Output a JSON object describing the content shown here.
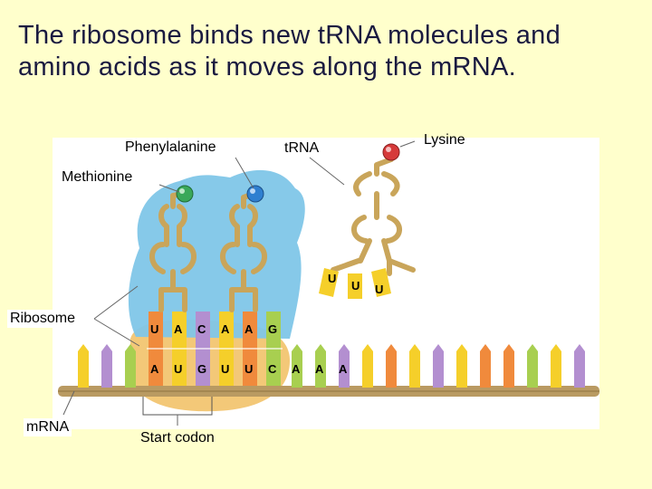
{
  "title": "The ribosome binds new tRNA molecules and amino acids as it moves along the mRNA.",
  "labels": {
    "phenylalanine": "Phenylalanine",
    "methionine": "Methionine",
    "trna": "tRNA",
    "lysine": "Lysine",
    "ribosome": "Ribosome",
    "mrna": "mRNA",
    "start_codon": "Start codon"
  },
  "anticodons": {
    "methionine_trna": [
      "U",
      "A",
      "C"
    ],
    "phenylalanine_trna": [
      "A",
      "A",
      "G"
    ],
    "lysine_trna": [
      "U",
      "U",
      "U"
    ]
  },
  "mrna_codons": [
    "A",
    "U",
    "G",
    "U",
    "U",
    "C",
    "A",
    "A",
    "A"
  ],
  "colors": {
    "background": "#ffffcc",
    "ribosome": "#7fc6e8",
    "ribosome_small_subunit": "#f3c878",
    "trna": "#c9a55a",
    "methionine": "#3aa85a",
    "phenylalanine": "#2f7fd0",
    "lysine": "#d63a3a",
    "base_A": "#f5cf2a",
    "base_U": "#f08a3c",
    "base_C": "#a8cf50",
    "base_G": "#b38fd0",
    "backbone": "#b99a62"
  }
}
